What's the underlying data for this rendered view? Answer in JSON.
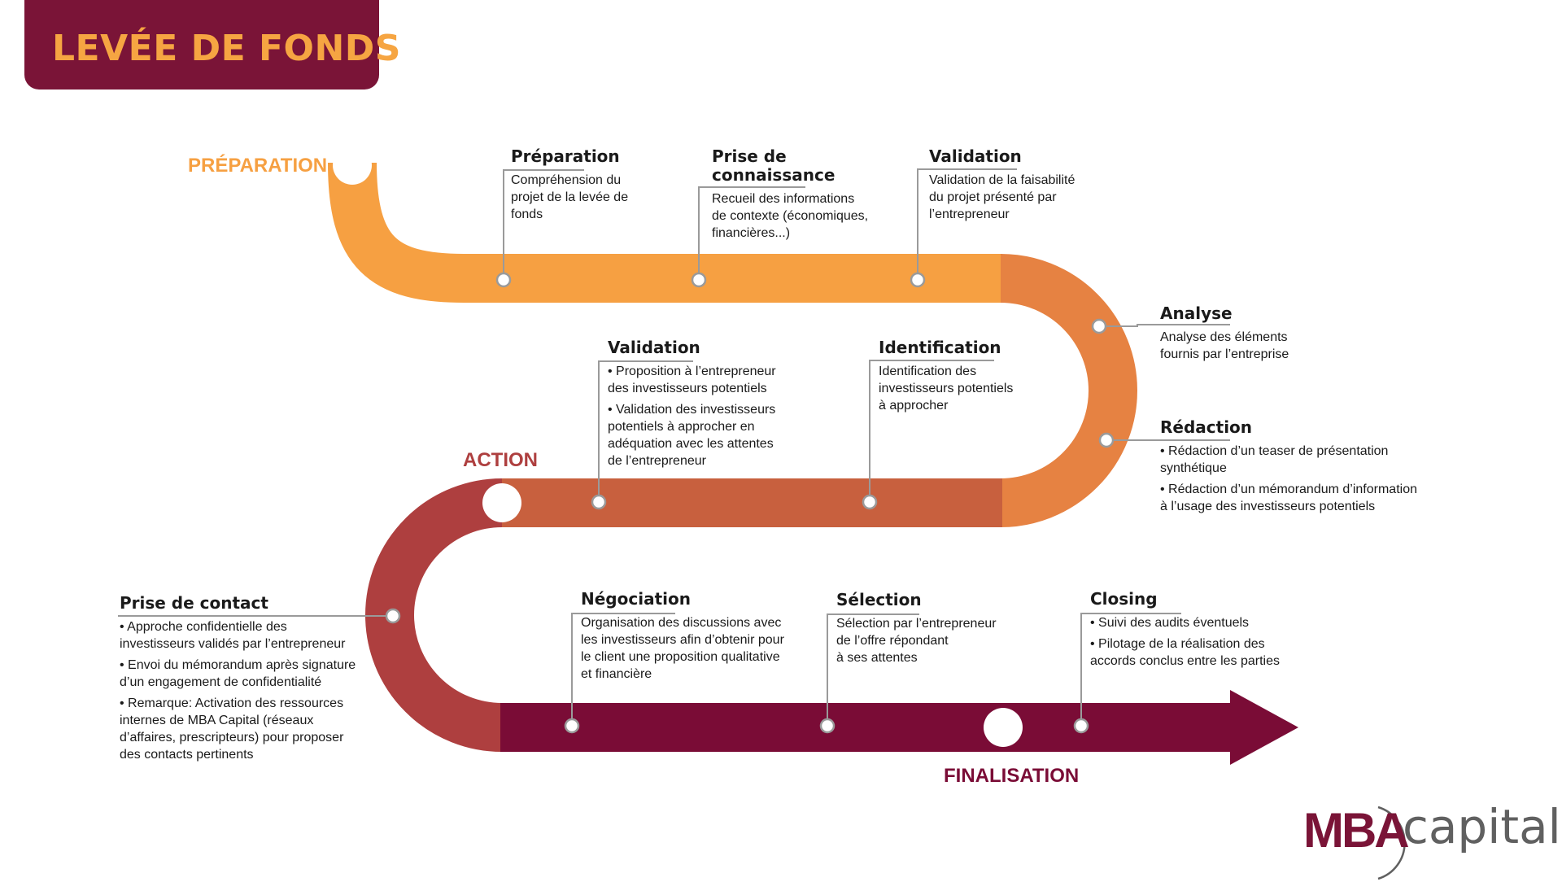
{
  "title": "LEVÉE DE FONDS",
  "colors": {
    "preparation": "#f6a042",
    "analysis": "#e68242",
    "action": "#c8603e",
    "contact": "#ae3f3f",
    "finalisation": "#7a0c36",
    "title_bg": "#7a1437",
    "title_text": "#f6a542",
    "connector": "#9a9a9a"
  },
  "phases": {
    "preparation": "PRÉPARATION",
    "action": "ACTION",
    "finalisation": "FINALISATION"
  },
  "steps": {
    "preparation": {
      "title": "Préparation",
      "desc": [
        "Compréhension du",
        "projet de la levée de",
        "fonds"
      ]
    },
    "prise_connaissance": {
      "title": [
        "Prise de",
        "connaissance"
      ],
      "desc": [
        "Recueil des informations",
        "de contexte (économiques,",
        "financières...)"
      ]
    },
    "validation_1": {
      "title": "Validation",
      "desc": [
        "Validation de la faisabilité",
        "du projet présenté par",
        "l’entrepreneur"
      ]
    },
    "analyse": {
      "title": "Analyse",
      "desc": [
        "Analyse des éléments",
        "fournis par l’entreprise"
      ]
    },
    "redaction": {
      "title": "Rédaction",
      "items": [
        [
          "• Rédaction d’un teaser de présentation",
          "synthétique"
        ],
        [
          "• Rédaction d’un mémorandum d’information",
          "à l’usage des investisseurs potentiels"
        ]
      ]
    },
    "identification": {
      "title": "Identification",
      "desc": [
        "Identification des",
        "investisseurs potentiels",
        "à approcher"
      ]
    },
    "validation_2": {
      "title": "Validation",
      "items": [
        [
          "• Proposition à l’entrepreneur",
          "des investisseurs potentiels"
        ],
        [
          "• Validation des investisseurs",
          "potentiels à approcher en",
          "adéquation avec les attentes",
          "de l’entrepreneur"
        ]
      ]
    },
    "prise_contact": {
      "title": "Prise de contact",
      "items": [
        [
          "• Approche confidentielle des",
          "investisseurs validés par l’entrepreneur"
        ],
        [
          "• Envoi du mémorandum après signature",
          "d’un engagement de confidentialité"
        ],
        [
          "• Remarque: Activation des ressources",
          "internes de MBA Capital (réseaux",
          "d’affaires, prescripteurs) pour proposer",
          "des contacts pertinents"
        ]
      ]
    },
    "negociation": {
      "title": "Négociation",
      "desc": [
        "Organisation des discussions avec",
        "les investisseurs afin d’obtenir pour",
        "le client une proposition qualitative",
        "et financière"
      ]
    },
    "selection": {
      "title": "Sélection",
      "desc": [
        "Sélection par l’entrepreneur",
        "de l’offre répondant",
        "à ses attentes"
      ]
    },
    "closing": {
      "title": "Closing",
      "items": [
        [
          "• Suivi des audits éventuels"
        ],
        [
          "• Pilotage de la réalisation des",
          "accords conclus entre les parties"
        ]
      ]
    }
  },
  "logo": {
    "brand": "MBA",
    "suffix": "capital"
  }
}
